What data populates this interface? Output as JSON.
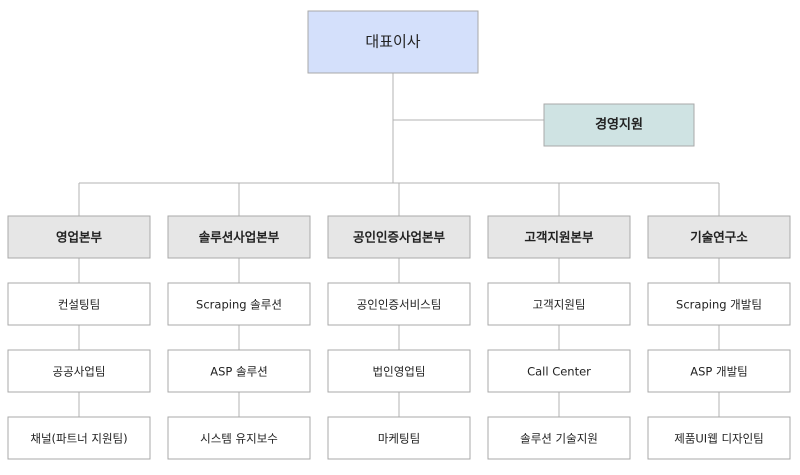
{
  "ceo": {
    "label": "대표이사"
  },
  "staff": {
    "label": "경영지원"
  },
  "divisions": [
    {
      "label": "영업본부",
      "teams": [
        "컨설팅팀",
        "공공사업팀",
        "채널(파트너 지원팀)"
      ]
    },
    {
      "label": "솔루션사업본부",
      "teams": [
        "Scraping 솔루션",
        "ASP 솔루션",
        "시스템 유지보수"
      ]
    },
    {
      "label": "공인인증사업본부",
      "teams": [
        "공인인증서비스팀",
        "법인영업팀",
        "마케팅팀"
      ]
    },
    {
      "label": "고객지원본부",
      "teams": [
        "고객지원팀",
        "Call Center",
        "솔루션 기술지원"
      ]
    },
    {
      "label": "기술연구소",
      "teams": [
        "Scraping 개발팀",
        "ASP 개발팀",
        "제품UI웹 디자인팀"
      ]
    }
  ],
  "colors": {
    "ceo_fill": "#d4e0fb",
    "staff_fill": "#cfe3e3",
    "division_fill": "#e6e6e6",
    "team_fill": "#ffffff",
    "border": "#a9a9a9",
    "line": "#b3b3b3"
  }
}
